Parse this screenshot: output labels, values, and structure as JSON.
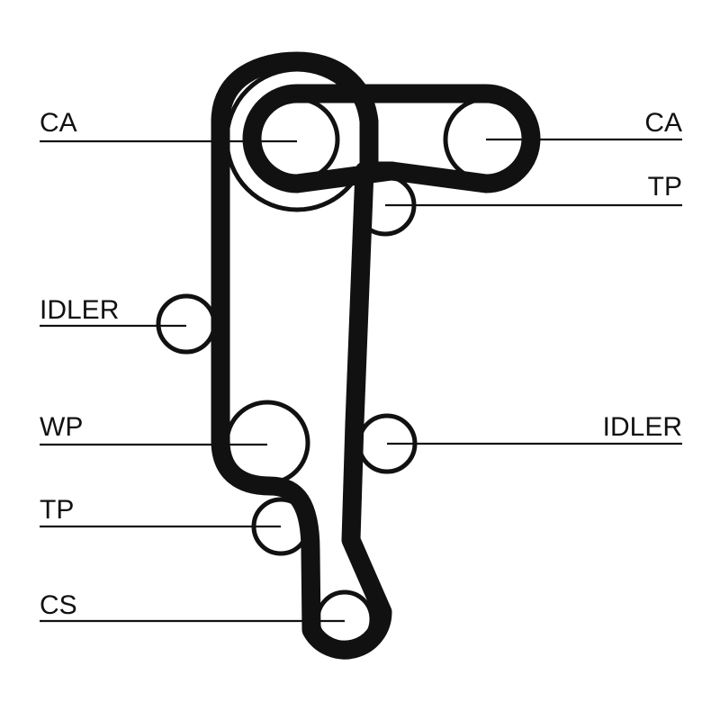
{
  "diagram": {
    "labels": {
      "ca_left": "CA",
      "ca_right": "CA",
      "tp_right": "TP",
      "idler_left": "IDLER",
      "wp": "WP",
      "idler_right": "IDLER",
      "tp_left": "TP",
      "cs": "CS"
    },
    "colors": {
      "ink": "#111111",
      "background": "#ffffff"
    }
  }
}
